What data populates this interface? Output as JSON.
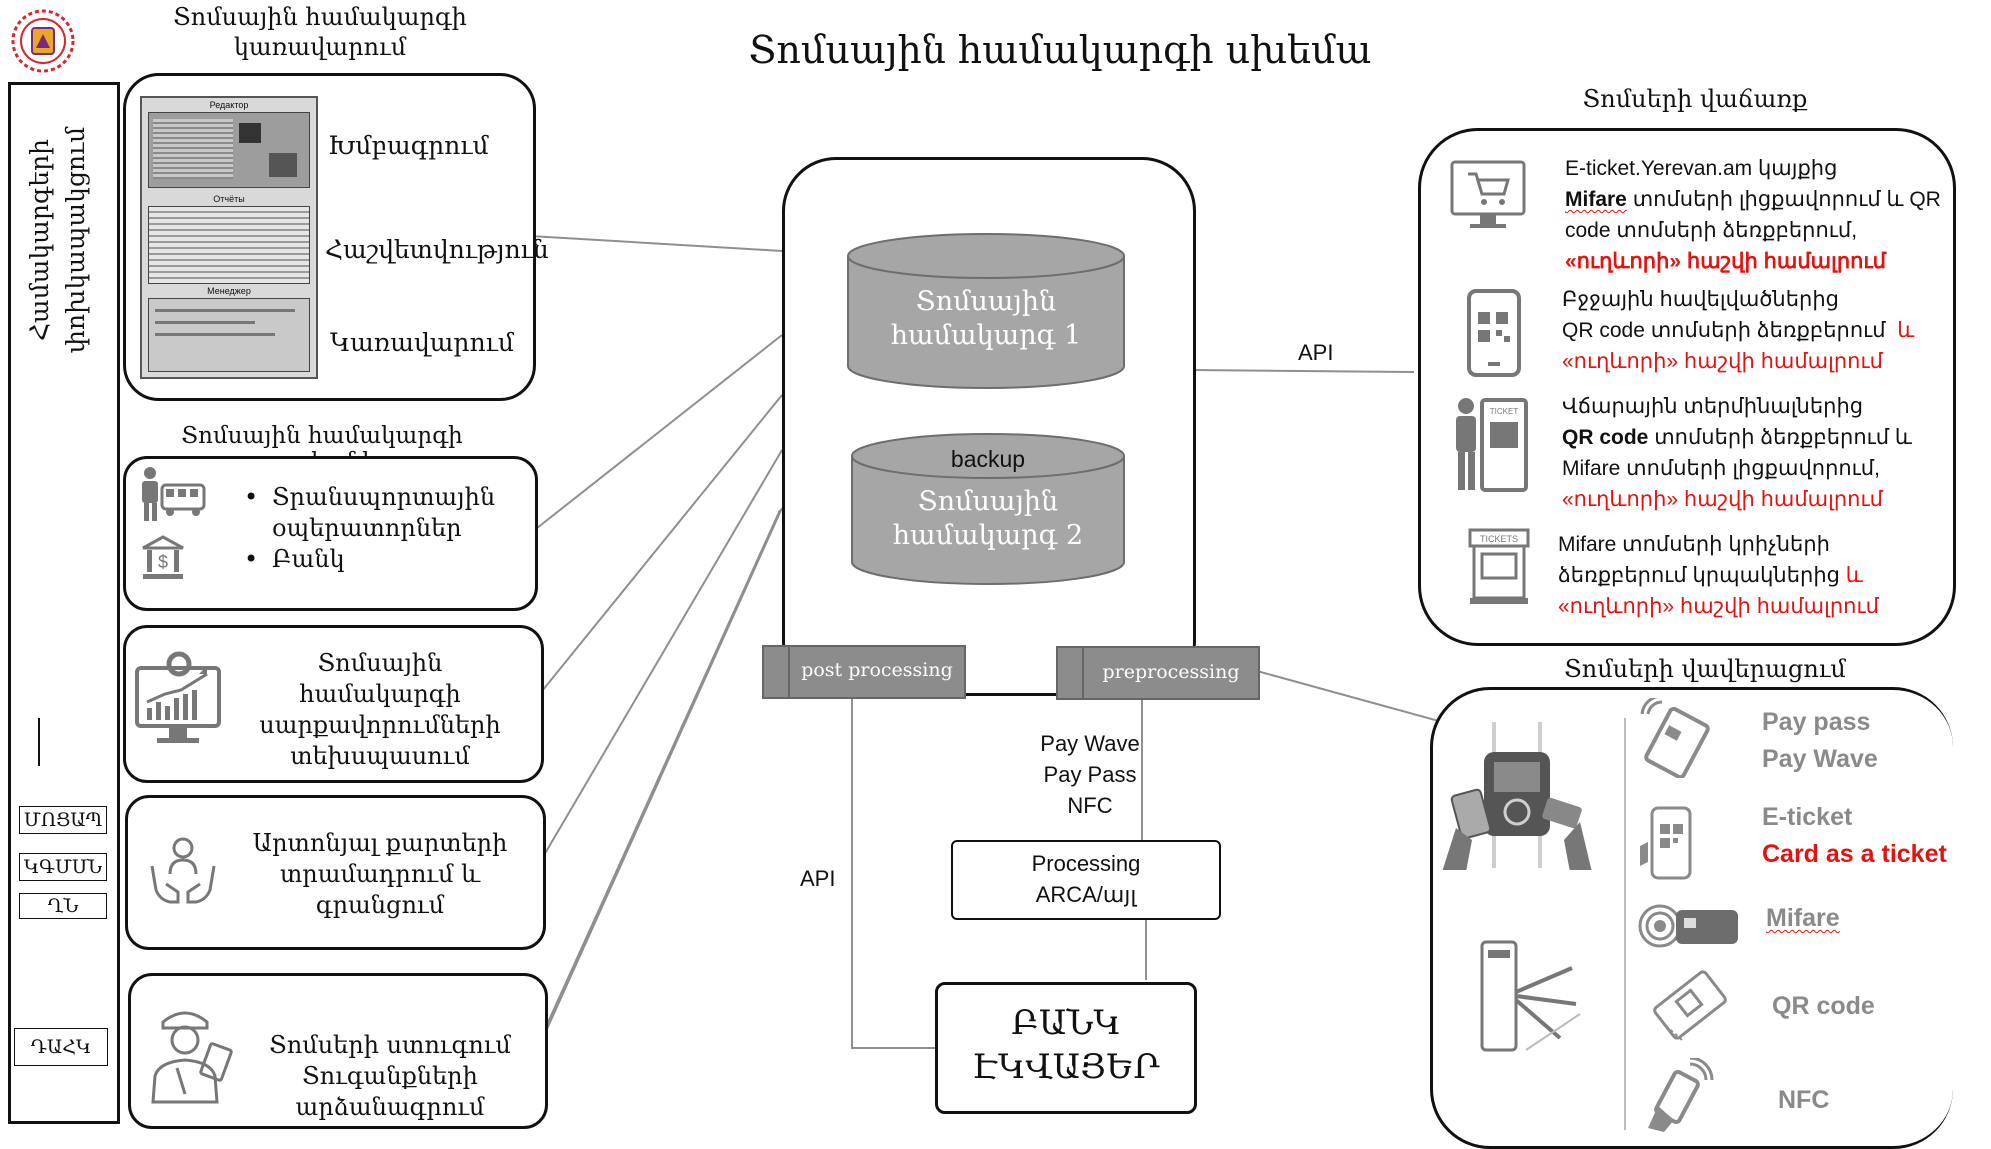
{
  "title": "Տոմսային համակարգի սխեմա",
  "left_bar": {
    "vertical_label": "Համակարգերի փոխկապակցում",
    "tags": [
      "ՄՈՑԱՊ",
      "ԿԳՄՍՆ",
      "ՂՆ",
      "ԴԱՀԿ"
    ]
  },
  "management": {
    "heading_line1": "Տոմսային համակարգի",
    "heading_line2": "կառավարում",
    "screens": [
      "Редактор",
      "Отчёты",
      "Менеджер"
    ],
    "items": [
      "Խմբագրում",
      "Հաշվետվություն",
      "Կառավարում"
    ]
  },
  "users": {
    "heading": "Տոմսային համակարգի օգտվողներ",
    "items": [
      "Տրանսպորտային օպերատորներ",
      "Բանկ"
    ],
    "item1_line1": "Տրանսպորտային",
    "item1_line2": "օպերատորներ"
  },
  "settings": {
    "line1": "Տոմսային",
    "line2": "համակարգի",
    "line3": "սարքավորումների",
    "line4": "տեխսպասում"
  },
  "privileged": {
    "line1": "Արտոնյալ քարտերի",
    "line2": "տրամադրում և",
    "line3": "գրանցում"
  },
  "control": {
    "line1": "Տոմսերի ստուգում",
    "line2": "Տուգանքների",
    "line3": "արձանագրում"
  },
  "center": {
    "db1_line1": "Տոմսային",
    "db1_line2": "համակարգ 1",
    "backup": "backup",
    "db2_line1": "Տոմսային",
    "db2_line2": "համակարգ 2",
    "post_processing": "post processing",
    "preprocessing": "preprocessing",
    "api_right": "API",
    "api_left": "API",
    "pay_methods": [
      "Pay Wave",
      "Pay Pass",
      "NFC"
    ],
    "processing_line1": "Processing",
    "processing_line2": "ARCA/այլ",
    "bank_line1": "ԲԱՆԿ",
    "bank_line2": "ԷԿՎԱՅԵՐ"
  },
  "sales": {
    "heading": "Տոմսերի վաճառք",
    "items": [
      {
        "lines": [
          [
            {
              "t": "E-ticket.Yerevan.am կայքից"
            }
          ],
          [
            {
              "t": "Mifare",
              "b": 1,
              "w": 1
            },
            {
              "t": " տոմսերի լիցքավորում և QR"
            }
          ],
          [
            {
              "t": "code տոմսերի ձեռքբերում,"
            }
          ],
          [
            {
              "t": "«ուղևորի» հաշվի համալրում",
              "r": 1,
              "b": 1
            }
          ]
        ]
      },
      {
        "lines": [
          [
            {
              "t": "Բջջային հավելվածներից"
            }
          ],
          [
            {
              "t": "QR code տոմսերի ձեռքբերում  "
            },
            {
              "t": "և",
              "r": 1
            }
          ],
          [
            {
              "t": "«ուղևորի» հաշվի համալրում",
              "r": 1
            }
          ]
        ]
      },
      {
        "lines": [
          [
            {
              "t": "Վճարային տերմինալներից"
            }
          ],
          [
            {
              "t": "QR code",
              "b": 1
            },
            {
              "t": " տոմսերի ձեռքբերում և"
            }
          ],
          [
            {
              "t": "Mifare տոմսերի լիցքավորում,"
            }
          ],
          [
            {
              "t": "«ուղևորի» հաշվի համալրում",
              "r": 1
            }
          ]
        ]
      },
      {
        "lines": [
          [
            {
              "t": "Mifare տոմսերի կրիչների"
            }
          ],
          [
            {
              "t": "ձեռքբերում կրպակներից "
            },
            {
              "t": "և",
              "r": 1
            }
          ],
          [
            {
              "t": "«ուղևորի» հաշվի համալրում",
              "r": 1
            }
          ]
        ]
      }
    ]
  },
  "validation": {
    "heading": "Տոմսերի վավերացում",
    "pay_pass": "Pay pass",
    "pay_wave": "Pay Wave",
    "eticket": "E-ticket",
    "card_as_ticket": "Card as a ticket",
    "mifare": "Mifare",
    "qr": "QR code",
    "nfc": "NFC"
  },
  "colors": {
    "cylinder": "#a6a6a6",
    "tab": "#8c8c8c",
    "red": "#e3130f",
    "grey_text": "#8a8a8a"
  }
}
